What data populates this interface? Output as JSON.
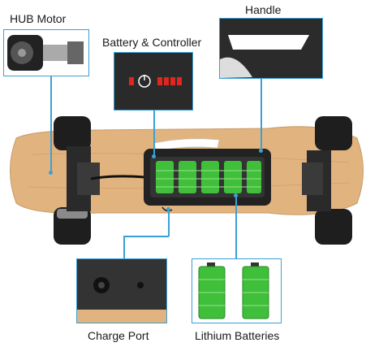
{
  "labels": {
    "hub_motor": "HUB Motor",
    "battery_controller": "Battery & Controller",
    "handle": "Handle",
    "charge_port": "Charge Port",
    "lithium_batteries": "Lithium Batteries"
  },
  "colors": {
    "callout_border": "#3aa0d8",
    "deck_wood": "#e1b37f",
    "battery_green": "#3fbf3a",
    "led_red": "#e0261f"
  }
}
